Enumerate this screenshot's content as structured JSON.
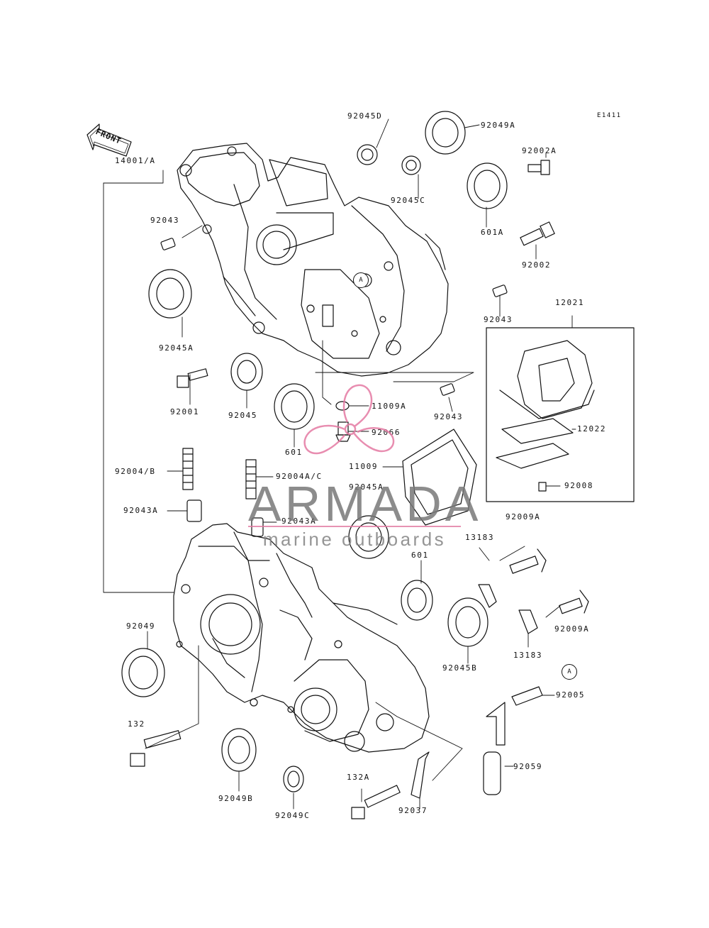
{
  "diagram": {
    "code": "E1411",
    "front_label": "FRONT",
    "callout_marker": "A",
    "parts": {
      "p92045D": "92045D",
      "p92049A": "92049A",
      "p92002A": "92002A",
      "p14001A": "14001/A",
      "p92043_top": "92043",
      "p92045C": "92045C",
      "p601A": "601A",
      "p92002": "92002",
      "p92043_right": "92043",
      "p12021": "12021",
      "p92045A": "92045A",
      "p92001": "92001",
      "p92045": "92045",
      "p601_top": "601",
      "p11009A": "11009A",
      "p92043_mid": "92043",
      "p92066": "92066",
      "p12022": "12022",
      "p11009": "11009",
      "p92008": "92008",
      "p92004B": "92004/B",
      "p92004AC": "92004A/C",
      "p92045A_lower": "92045A",
      "p92043A_left": "92043A",
      "p92043A_mid": "92043A",
      "p92009A_top": "92009A",
      "p13183_top": "13183",
      "p601_lower": "601",
      "p92049": "92049",
      "p92009A_lower": "92009A",
      "p13183_lower": "13183",
      "p92045B": "92045B",
      "p92005": "92005",
      "p132": "132",
      "p92059": "92059",
      "p132A": "132A",
      "p92049B": "92049B",
      "p92049C": "92049C",
      "p92037": "92037"
    }
  },
  "watermark": {
    "brand": "ARMADA",
    "tagline": "marine outboards",
    "accent": "#e47aa3"
  }
}
